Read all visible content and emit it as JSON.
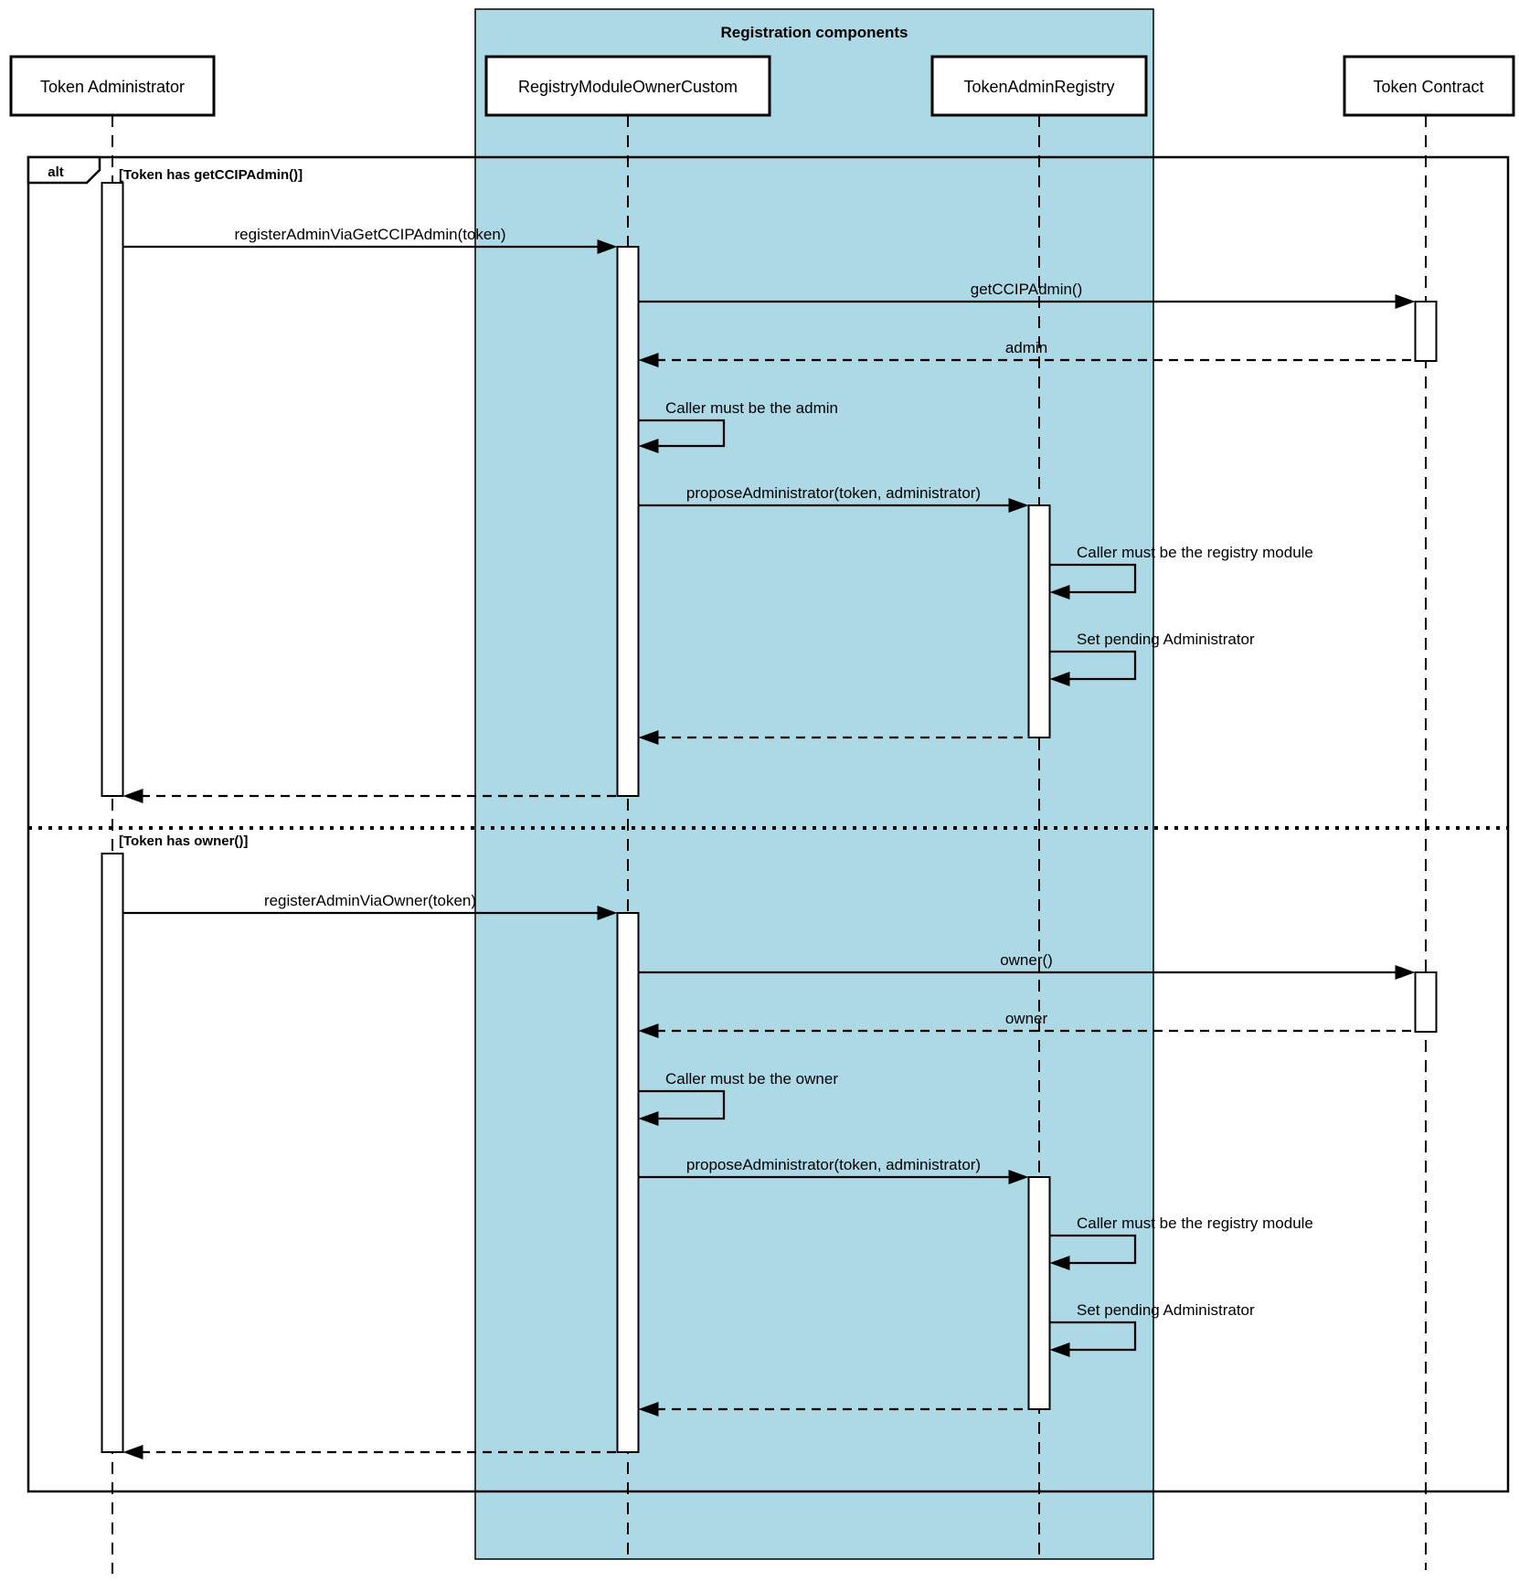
{
  "diagram": {
    "type": "uml-sequence",
    "title": "Registration components",
    "alt_label": "alt",
    "colors": {
      "highlight_fill": "#ADD8E6",
      "stroke": "#000000",
      "actor_fill": "#FFFFFF",
      "background": "#FFFFFF"
    },
    "participants": [
      {
        "id": "token-administrator",
        "label": "Token Administrator",
        "in_highlight": false
      },
      {
        "id": "registry-module-owner-custom",
        "label": "RegistryModuleOwnerCustom",
        "in_highlight": true
      },
      {
        "id": "token-admin-registry",
        "label": "TokenAdminRegistry",
        "in_highlight": true
      },
      {
        "id": "token-contract",
        "label": "Token Contract",
        "in_highlight": false
      }
    ],
    "alt_branches": [
      {
        "guard": "[Token has getCCIPAdmin()]",
        "messages": [
          {
            "label": "registerAdminViaGetCCIPAdmin(token)",
            "from": "token-administrator",
            "to": "registry-module-owner-custom",
            "kind": "sync"
          },
          {
            "label": "getCCIPAdmin()",
            "from": "registry-module-owner-custom",
            "to": "token-contract",
            "kind": "sync"
          },
          {
            "label": "admin",
            "from": "token-contract",
            "to": "registry-module-owner-custom",
            "kind": "return"
          },
          {
            "label": "Caller must be the admin",
            "from": "registry-module-owner-custom",
            "to": "registry-module-owner-custom",
            "kind": "self"
          },
          {
            "label": "proposeAdministrator(token, administrator)",
            "from": "registry-module-owner-custom",
            "to": "token-admin-registry",
            "kind": "sync"
          },
          {
            "label": "Caller must be the registry module",
            "from": "token-admin-registry",
            "to": "token-admin-registry",
            "kind": "self"
          },
          {
            "label": "Set pending Administrator",
            "from": "token-admin-registry",
            "to": "token-admin-registry",
            "kind": "self"
          },
          {
            "label": "",
            "from": "token-admin-registry",
            "to": "registry-module-owner-custom",
            "kind": "return"
          },
          {
            "label": "",
            "from": "registry-module-owner-custom",
            "to": "token-administrator",
            "kind": "return"
          }
        ]
      },
      {
        "guard": "[Token has owner()]",
        "messages": [
          {
            "label": "registerAdminViaOwner(token)",
            "from": "token-administrator",
            "to": "registry-module-owner-custom",
            "kind": "sync"
          },
          {
            "label": "owner()",
            "from": "registry-module-owner-custom",
            "to": "token-contract",
            "kind": "sync"
          },
          {
            "label": "owner",
            "from": "token-contract",
            "to": "registry-module-owner-custom",
            "kind": "return"
          },
          {
            "label": "Caller must be the owner",
            "from": "registry-module-owner-custom",
            "to": "registry-module-owner-custom",
            "kind": "self"
          },
          {
            "label": "proposeAdministrator(token, administrator)",
            "from": "registry-module-owner-custom",
            "to": "token-admin-registry",
            "kind": "sync"
          },
          {
            "label": "Caller must be the registry module",
            "from": "token-admin-registry",
            "to": "token-admin-registry",
            "kind": "self"
          },
          {
            "label": "Set pending Administrator",
            "from": "token-admin-registry",
            "to": "token-admin-registry",
            "kind": "self"
          },
          {
            "label": "",
            "from": "token-admin-registry",
            "to": "registry-module-owner-custom",
            "kind": "return"
          },
          {
            "label": "",
            "from": "registry-module-owner-custom",
            "to": "token-administrator",
            "kind": "return"
          }
        ]
      }
    ]
  }
}
